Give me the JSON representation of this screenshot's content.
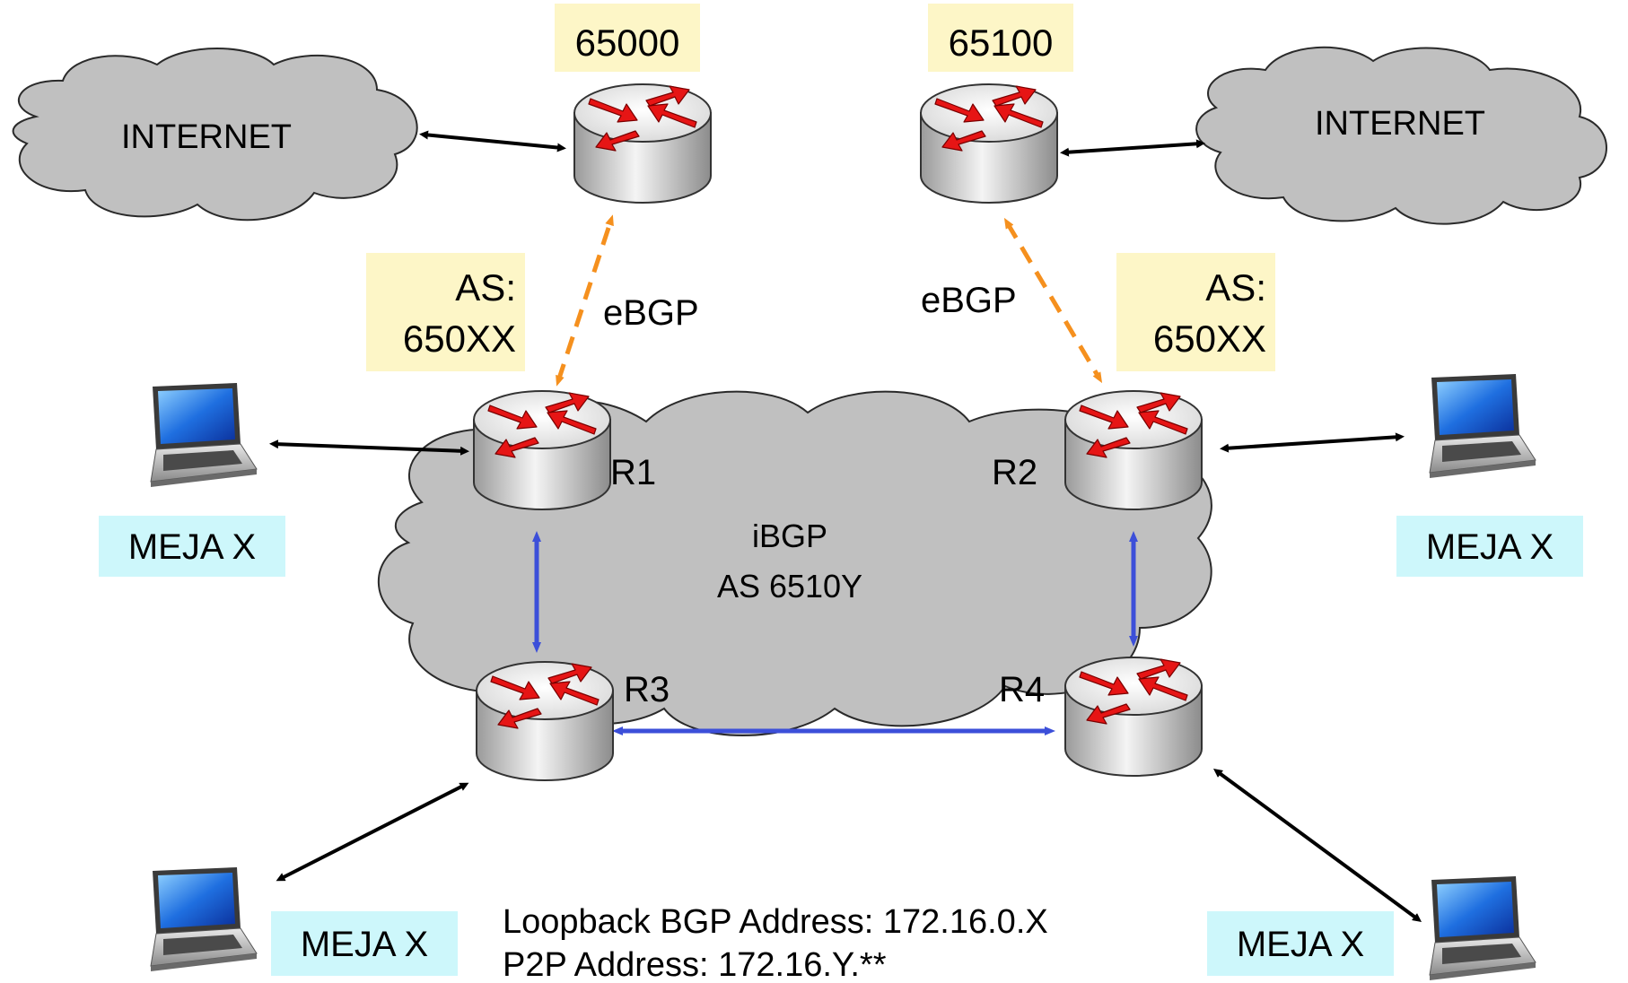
{
  "clouds": {
    "internet_left": "INTERNET",
    "internet_right": "INTERNET",
    "core_line1": "iBGP",
    "core_line2": "AS 6510Y"
  },
  "as_boxes": {
    "upper_left": "65000",
    "upper_right": "65100",
    "local_left_line1": "AS:",
    "local_left_line2": "650XX",
    "local_right_line1": "AS:",
    "local_right_line2": "650XX"
  },
  "links": {
    "ebgp_left": "eBGP",
    "ebgp_right": "eBGP"
  },
  "routers": {
    "r1": "R1",
    "r2": "R2",
    "r3": "R3",
    "r4": "R4"
  },
  "hosts": {
    "upper_left": "MEJA X",
    "upper_right": "MEJA X",
    "lower_left": "MEJA X",
    "lower_right": "MEJA X"
  },
  "notes": {
    "line1": "Loopback BGP Address: 172.16.0.X",
    "line2": "P2P Address: 172.16.Y.**"
  },
  "colors": {
    "cloud": "#c0c0c0",
    "as_box": "#fdf6c7",
    "host_box": "#cdf7fb",
    "ebgp_link": "#f5901e",
    "ibgp_link": "#3c4fd9",
    "access_link": "#000000",
    "router_arrows": "#e61515"
  }
}
